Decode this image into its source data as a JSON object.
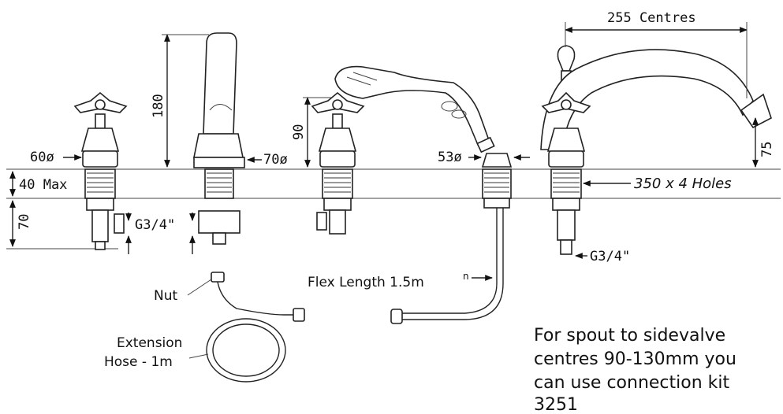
{
  "dimensions": {
    "centres": "255 Centres",
    "height_180": "180",
    "height_90": "90",
    "height_75": "75",
    "diameter_60": "60ø",
    "diameter_70": "70ø",
    "diameter_53": "53ø",
    "max_40": "40 Max",
    "height_70": "70",
    "holes": "350 x 4 Holes",
    "thread_left": "G3/4\"",
    "thread_right": "G3/4\""
  },
  "labels": {
    "nut": "Nut",
    "extension_line1": "Extension",
    "extension_line2": "Hose - 1m",
    "flex_length": "Flex Length 1.5m",
    "flex_sup": "n"
  },
  "note": {
    "line1": "For spout to sidevalve",
    "line2": "centres 90-130mm you",
    "line3": "can use connection kit",
    "line4": "3251"
  }
}
